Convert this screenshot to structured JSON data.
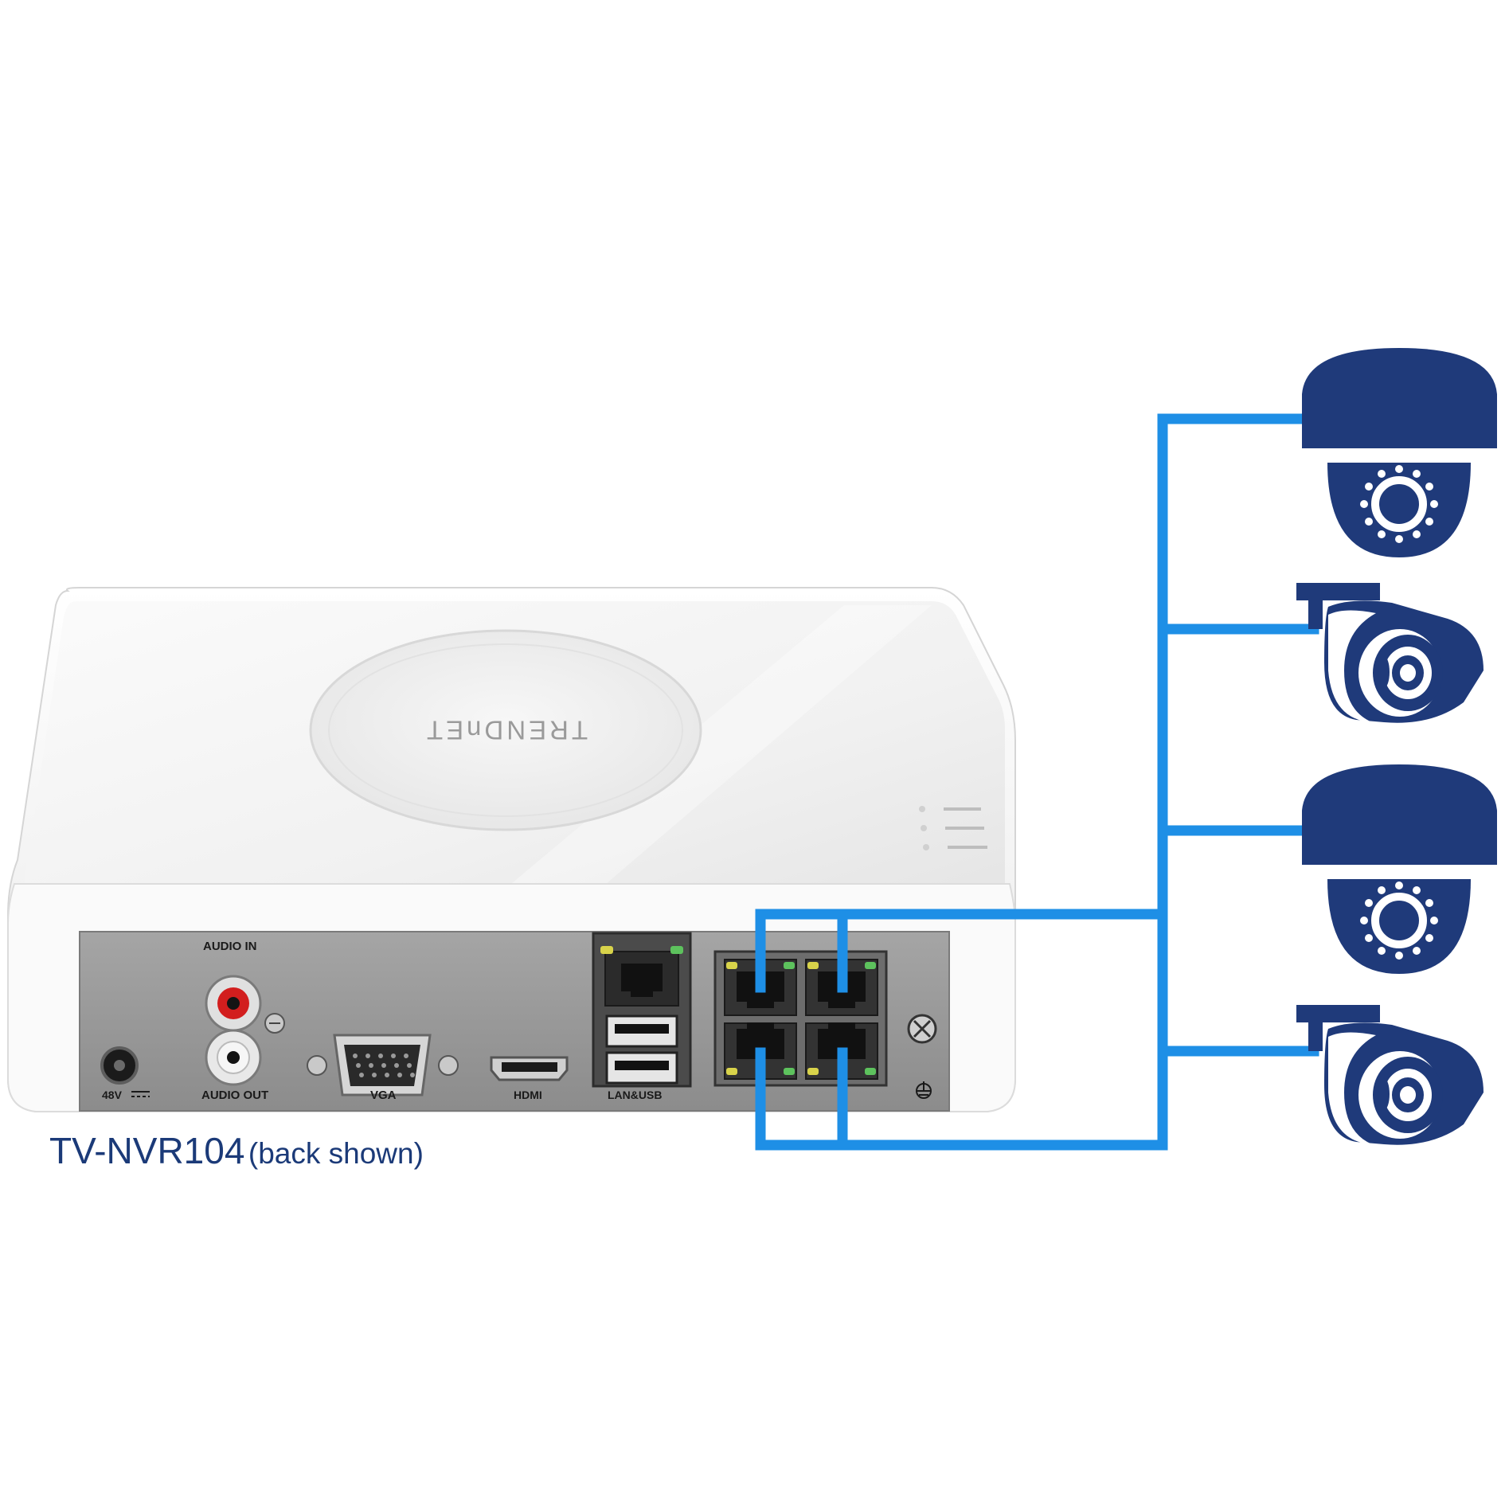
{
  "caption": {
    "model": "TV-NVR104",
    "note": "(back shown)"
  },
  "device": {
    "brand_logo": "TRENDnET",
    "ports": {
      "audio_in": "AUDIO IN",
      "audio_out": "AUDIO OUT",
      "power": "48V",
      "vga": "VGA",
      "hdmi": "HDMI",
      "lan_usb": "LAN&USB"
    }
  },
  "cameras": [
    {
      "type": "dome",
      "icon": "dome-camera-icon"
    },
    {
      "type": "bullet",
      "icon": "bullet-camera-icon"
    },
    {
      "type": "dome",
      "icon": "dome-camera-icon"
    },
    {
      "type": "bullet",
      "icon": "bullet-camera-icon"
    }
  ],
  "colors": {
    "cable": "#1e8fe6",
    "camera": "#1f3a7a",
    "caption": "#1b3a78",
    "device_body": "#f3f3f3",
    "panel": "#9a9a9a"
  }
}
